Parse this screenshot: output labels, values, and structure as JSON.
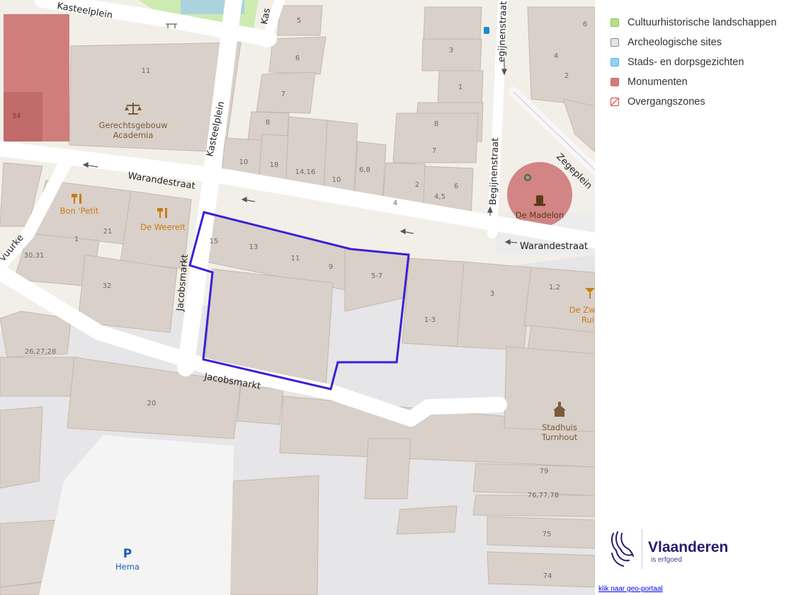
{
  "map": {
    "streets": {
      "kasteelplein_top": "Kasteelplein",
      "kasteelplein": "Kasteelplein",
      "kas": "Kas",
      "begijnenstraat_top": "egijnenstraat",
      "begijnenstraat": "Begijnenstraat",
      "warandestraat_1": "Warandestraat",
      "warandestraat_2": "Warandestraat",
      "zegeplein": "Zegeplein",
      "jacobsmarkt_v": "Jacobsmarkt",
      "jacobsmarkt_h": "Jacobsmarkt",
      "vuurke": "vuurke"
    },
    "pois": {
      "gerechtsgebouw_line1": "Gerechtsgebouw",
      "gerechtsgebouw_line2": "Academia",
      "bon_petit": "Bon 'Petit",
      "de_weerelt": "De Weerelt",
      "de_madelon": "De Madelon",
      "de_zw_line1": "De Zw",
      "de_zw_line2": "Rui",
      "stadhuis_line1": "Stadhuis",
      "stadhuis_line2": "Turnhout",
      "hema_p": "P",
      "hema": "Hema"
    },
    "house_numbers": {
      "n5": "5",
      "n6": "6",
      "n3": "3",
      "n1": "1",
      "n7": "7",
      "n8": "8",
      "n8b": "8",
      "n7b": "7",
      "n10": "10",
      "n18": "18",
      "n14_16": "14,16",
      "n10b": "10",
      "n6_8": "6,8",
      "n2": "2",
      "n6b": "6",
      "n4_5": "4,5",
      "n4": "4",
      "n6r": "6",
      "n4r": "4",
      "n2r": "2",
      "n11": "11",
      "n34": "34",
      "n21": "21",
      "n1b": "1",
      "n30_31": "30,31",
      "n32": "32",
      "n15": "15",
      "n13": "13",
      "n11b": "11",
      "n9": "9",
      "n5_7": "5-7",
      "n1_3": "1-3",
      "n3b": "3",
      "n1_2": "1,2",
      "n26_27_28": "26,27,28",
      "n20": "20",
      "n79": "79",
      "n76_77_78": "76,77,78",
      "n75": "75",
      "n74": "74"
    }
  },
  "legend": {
    "items": [
      {
        "label": "Cultuurhistorische landschappen",
        "fill": "#b8e08a",
        "border": "#8cc35a"
      },
      {
        "label": "Archeologische sites",
        "fill": "#e4e4e4",
        "border": "#8a8a8a"
      },
      {
        "label": "Stads- en dorpsgezichten",
        "fill": "#8fd3f1",
        "border": "#52b6e3"
      },
      {
        "label": "Monumenten",
        "fill": "#d57a7a",
        "border": "#c96a6a"
      },
      {
        "label": "Overgangszones",
        "fill": "#ffffff",
        "border": "#e04040"
      }
    ]
  },
  "brand": {
    "name": "Vlaanderen",
    "sub": "is erfgoed"
  },
  "portal_link": "klik naar geo-portaal",
  "colors": {
    "selection": "#3b1fd6",
    "building": "#d9d0c9",
    "monument": "#c96a6a"
  }
}
